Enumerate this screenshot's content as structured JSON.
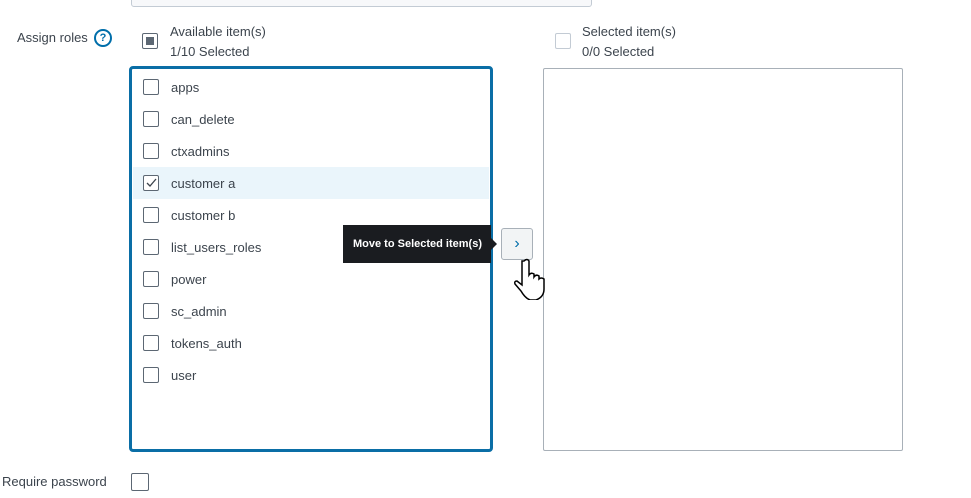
{
  "assign_roles": {
    "label": "Assign roles",
    "help_icon": "?"
  },
  "available": {
    "title": "Available item(s)",
    "count": "1/10 Selected",
    "state": "indeterminate",
    "items": [
      {
        "label": "apps",
        "checked": false
      },
      {
        "label": "can_delete",
        "checked": false
      },
      {
        "label": "ctxadmins",
        "checked": false
      },
      {
        "label": "customer a",
        "checked": true
      },
      {
        "label": "customer b",
        "checked": false
      },
      {
        "label": "list_users_roles",
        "checked": false
      },
      {
        "label": "power",
        "checked": false
      },
      {
        "label": "sc_admin",
        "checked": false
      },
      {
        "label": "tokens_auth",
        "checked": false
      },
      {
        "label": "user",
        "checked": false
      }
    ]
  },
  "selected": {
    "title": "Selected item(s)",
    "count": "0/0 Selected"
  },
  "move_button": {
    "icon": "chevron-right-icon",
    "glyph": "›",
    "tooltip": "Move to Selected item(s)"
  },
  "require_password": {
    "label": "Require password"
  },
  "colors": {
    "accent": "#0a6ea6",
    "highlight": "#eaf5fb",
    "tooltip_bg": "#1a1c20"
  }
}
